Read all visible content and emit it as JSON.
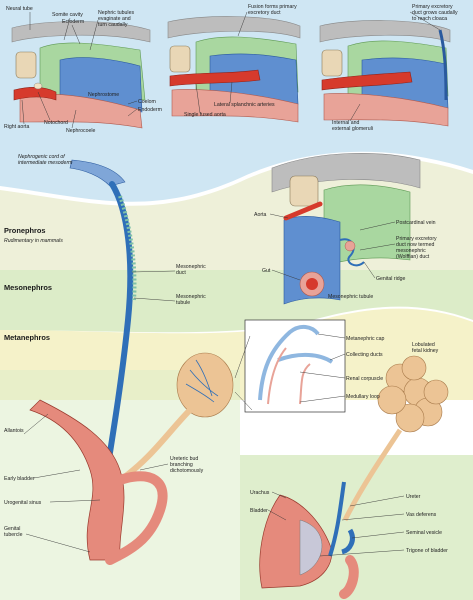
{
  "sections": {
    "pronephros": "Pronephros",
    "pronephros_note": "Rudimentary in mammals",
    "mesonephros": "Mesonephros",
    "metanephros": "Metanephros"
  },
  "labels": {
    "neural_tube": "Neural tube",
    "somite_cavity": "Somite cavity",
    "ectoderm": "Ectoderm",
    "nephric_tubules_1": "Nephric tubules",
    "nephric_tubules_2": "evaginate and",
    "nephric_tubules_3": "turn caudally",
    "coelom": "Coelom",
    "endoderm": "Endoderm",
    "nephrostome": "Nephrostome",
    "notochord": "Notochord",
    "nephrocoele": "Nephrocoele",
    "right_aorta": "Right aorta",
    "fusion_1": "Fusion forms primary",
    "fusion_2": "excretory duct",
    "lateral_splanchnic": "Lateral splanchnic arteries",
    "single_fused_aorta": "Single fused aorta",
    "primary_grows_1": "Primary excretory",
    "primary_grows_2": "duct grows caudally",
    "primary_grows_3": "to reach cloaca",
    "glomeruli_1": "Internal and",
    "glomeruli_2": "external glomeruli",
    "nephrogenic_1": "Nephrogenic cord of",
    "nephrogenic_2": "intermediate mesoderm",
    "mesonephric_duct_1": "Mesonephric",
    "mesonephric_duct_2": "duct",
    "mesonephric_tubule_1": "Mesonephric",
    "mesonephric_tubule_2": "tubule",
    "aorta": "Aorta",
    "postcardinal_vein": "Postcardinal vein",
    "primary_wolffian_1": "Primary excretory",
    "primary_wolffian_2": "duct now termed",
    "primary_wolffian_3": "mesonephric",
    "primary_wolffian_4": "(Wolffian) duct",
    "gut": "Gut",
    "genital_ridge": "Genital ridge",
    "mesonephric_tubule_x": "Mesonephric tubule",
    "metanephric_cap": "Metanephric cap",
    "collecting_ducts": "Collecting ducts",
    "renal_corpuscle": "Renal corpuscle",
    "medullary_loop": "Medullary loop",
    "lobulated_1": "Lobulated",
    "lobulated_2": "fetal kidney",
    "allantois": "Allantois",
    "early_bladder": "Early bladder",
    "urogenital_sinus": "Urogenital sinus",
    "genital_tubercle_1": "Genital",
    "genital_tubercle_2": "tubercle",
    "ureteric_bud_1": "Ureteric bud",
    "ureteric_bud_2": "branching",
    "ureteric_bud_3": "dichotomously",
    "urachus": "Urachus",
    "bladder": "Bladder",
    "ureter": "Ureter",
    "vas_deferens": "Vas deferens",
    "seminal_vesicle": "Seminal vesicle",
    "trigone": "Trigone of bladder"
  },
  "colors": {
    "sky": "#cfe6f3",
    "cream": "#f3f1cf",
    "mint": "#dcecc8",
    "duct_blue": "#2f6fb8",
    "artery_red": "#d63a2c",
    "tissue_pink": "#e58a7c",
    "kidney_tan": "#ecc495"
  }
}
